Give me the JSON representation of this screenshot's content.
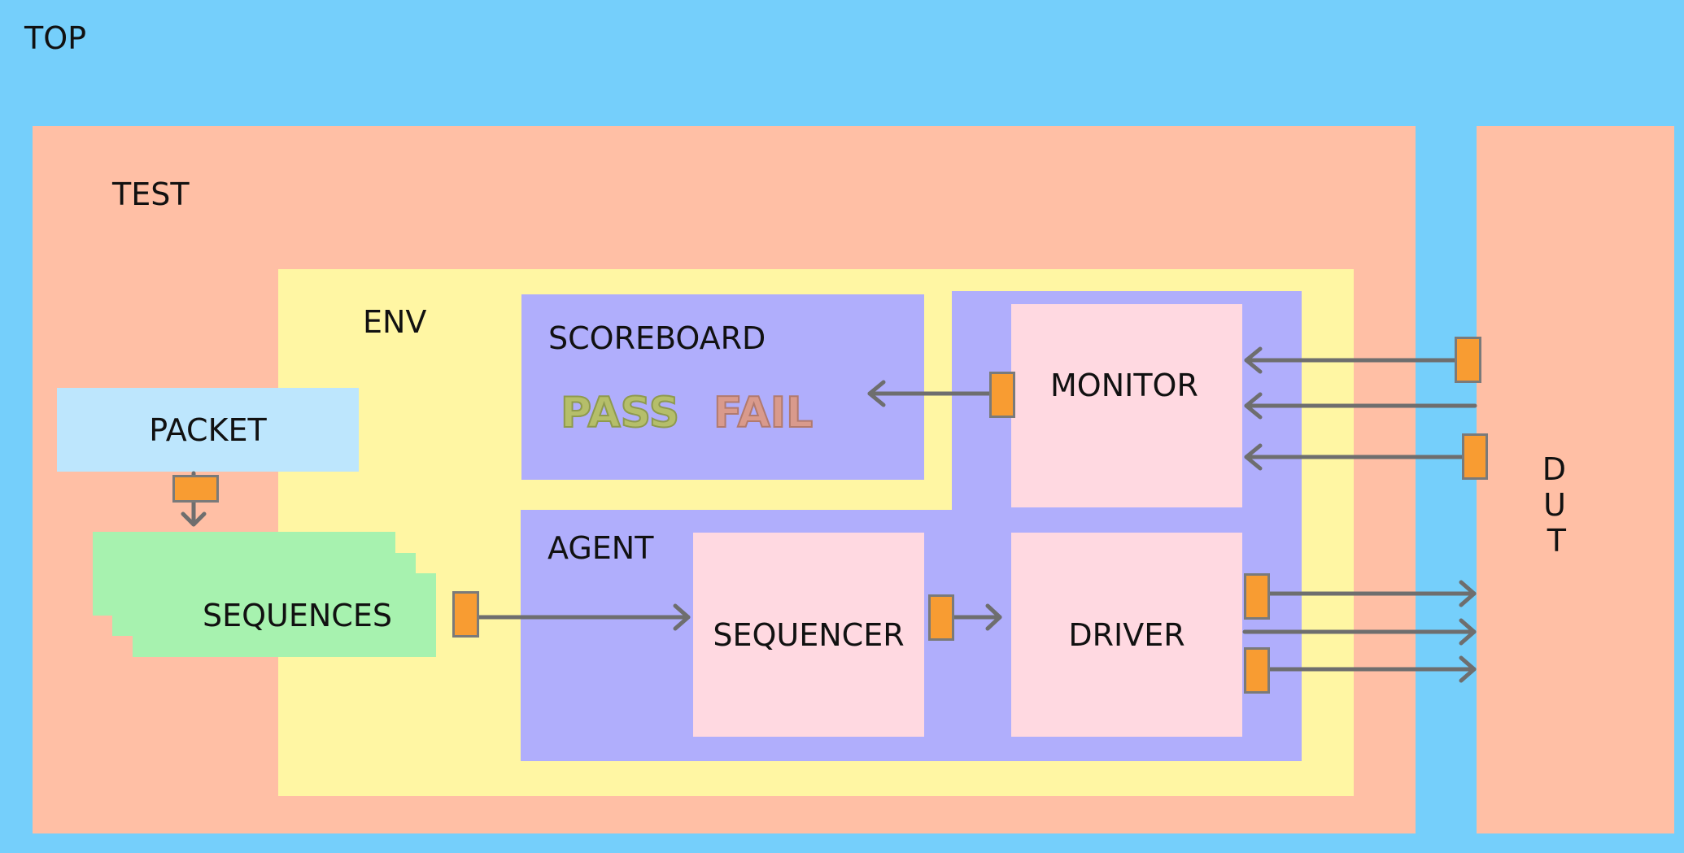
{
  "labels": {
    "top": "TOP",
    "test": "TEST",
    "env": "ENV",
    "scoreboard": "SCOREBOARD",
    "pass": "PASS",
    "fail": "FAIL",
    "monitor": "MONITOR",
    "agent": "AGENT",
    "sequencer": "SEQUENCER",
    "driver": "DRIVER",
    "packet": "PACKET",
    "sequences": "SEQUENCES",
    "dut": "D\nU\nT"
  },
  "colors": {
    "top_bg": "#75CFFB",
    "test_bg": "#FFBFA5",
    "env_bg": "#FFF6A3",
    "agent_bg": "#B0AEFC",
    "component_bg": "#FFD9E1",
    "packet_bg": "#BDE6FD",
    "sequences_bg": "#A7F2AF",
    "port": "#F89C32",
    "arrow": "#6E6E6E"
  }
}
